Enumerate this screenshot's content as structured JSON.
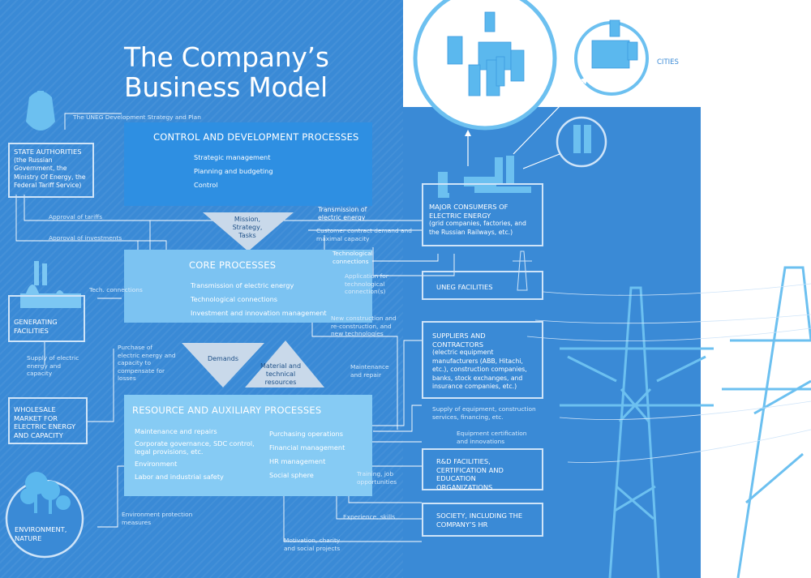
{
  "title": {
    "line1": "The Company’s",
    "line2": "Business Model"
  },
  "left_boxes": {
    "state": {
      "head": "STATE AUTHORITIES",
      "body": "(the Russian Government, the Ministry Of Energy, the Federal Tariff Service)"
    },
    "generating": {
      "head": "GENERATING FACILITIES"
    },
    "wholesale": {
      "head": "WHOLESALE MARKET FOR ELECTRIC ENERGY AND CAPACITY"
    },
    "environment": {
      "head": "ENVIRONMENT, NATURE"
    }
  },
  "right_boxes": {
    "consumers": {
      "head": "MAJOR CONSUMERS OF ELECTRIC ENERGY",
      "body": "(grid companies, factories, and the Russian Railways, etc.)"
    },
    "uneg": {
      "head": "UNEG FACILITIES"
    },
    "suppliers": {
      "head": "SUPPLIERS AND CONTRACTORS",
      "body": "(electric equipment manufacturers (ABB, Hitachi, etc.), construction companies, banks, stock exchanges, and insurance companies, etc.)"
    },
    "rd": {
      "head": "R&D FACILITIES, CERTIFICATION AND EDUCATION ORGANIZATIONS"
    },
    "society": {
      "head": "SOCIETY, INCLUDING THE COMPANY’S HR"
    }
  },
  "cities": "CITIES",
  "control": {
    "title": "CONTROL AND DEVELOPMENT PROCESSES",
    "items": [
      "Strategic management",
      "Planning and budgeting",
      "Control"
    ]
  },
  "core": {
    "title": "CORE PROCESSES",
    "items": [
      "Transmission of electric energy",
      "Technological connections",
      "Investment and innovation management"
    ]
  },
  "resource": {
    "title": "RESOURCE AND AUXILIARY PROCESSES",
    "left_items": [
      "Maintenance and repairs",
      "Corporate governance, SDC control, legal provisions, etc.",
      "Environment",
      "Labor and industrial safety"
    ],
    "right_items": [
      "Purchasing operations",
      "Financial management",
      "HR management",
      "Social sphere"
    ]
  },
  "triangles": {
    "mission": "Mission, Strategy, Tasks",
    "demands": "Demands",
    "material": "Material and technical resources"
  },
  "flows": {
    "strategy": "The UNEG Development Strategy and Plan",
    "tariffs": "Approval of tariffs",
    "investments": "Approval of investments",
    "tech_conn": "Tech. connections",
    "supply": "Supply of electric energy and capacity",
    "purchase": "Purchase of electric energy and capacity to compensate for losses",
    "env_protection": "Environment protection measures",
    "transmission": "Transmission of electric energy",
    "contract": "Customer contract demand and maximal capacity",
    "technological": "Technological connections",
    "application": "Application for technological connection(s)",
    "new_construction": "New construction and re-construction, and new technologies",
    "maintenance": "Maintenance and repair",
    "supply_equipment": "Supply of equipment, construction services, financing, etc.",
    "certification": "Equipment certification and innovations",
    "training": "Training, job opportunities",
    "experience": "Experience, skills",
    "motivation": "Motivation, charity and social projects"
  },
  "colors": {
    "background": "#3a8ad6",
    "process_box": "#2e8fe2",
    "core_box": "#7cc3f2",
    "triangle": "#c9d9ea",
    "icon": "#6cc0f0"
  }
}
